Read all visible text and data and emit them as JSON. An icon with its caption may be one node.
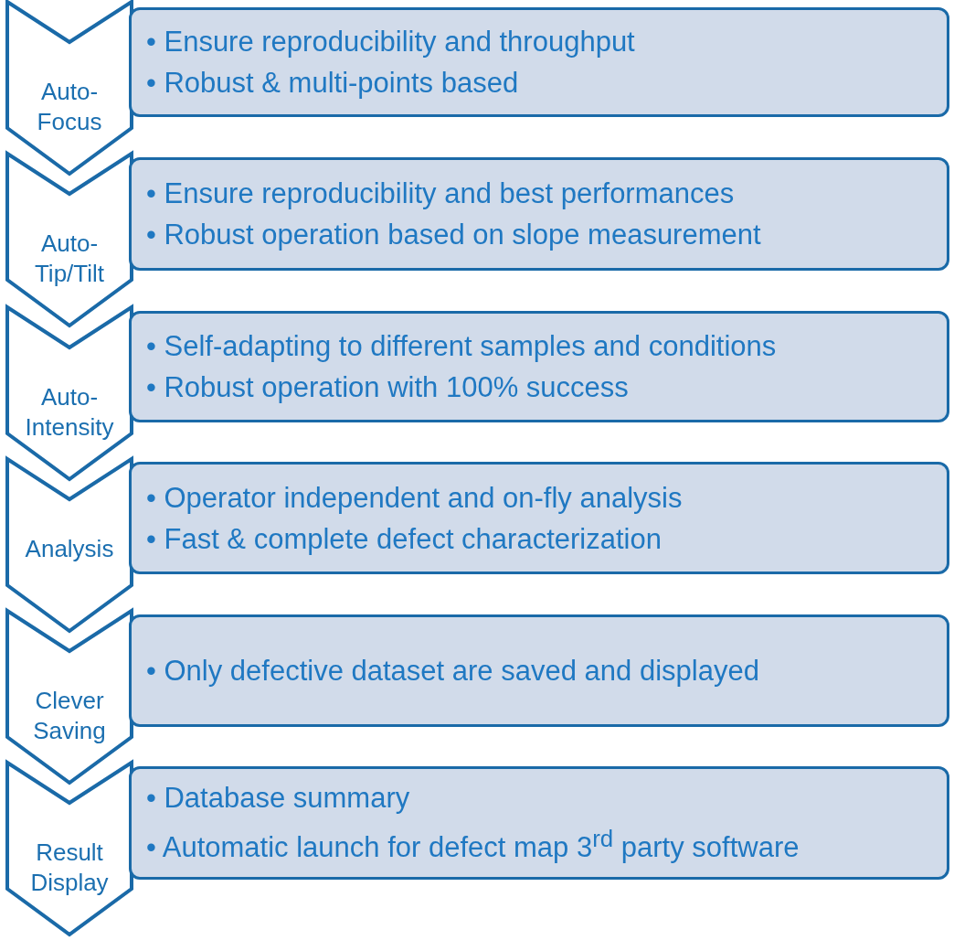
{
  "diagram": {
    "nodes": [
      {
        "text": [
          "Auto- Focus"
        ]
      },
      {
        "text": [
          "• Ensure reproducibility and throughput",
          "• Robust & multi-points based"
        ]
      },
      {
        "text": [
          "Auto- Tip/Tilt"
        ]
      },
      {
        "text": [
          "• Ensure reproducibility and best performances",
          "• Robust operation based on slope measurement"
        ]
      },
      {
        "text": [
          "Auto- Intensity"
        ]
      },
      {
        "text": [
          "• Self-adapting to different samples and conditions",
          "• Robust operation with 100% success"
        ]
      },
      {
        "text": [
          "Analysis"
        ]
      },
      {
        "text": [
          "• Operator independent and on-fly analysis",
          "• Fast & complete defect characterization"
        ]
      },
      {
        "text": [
          "Clever Saving"
        ]
      },
      {
        "text": [
          "• Only defective dataset are saved and displayed"
        ]
      },
      {
        "text": [
          "Result Display"
        ]
      },
      {
        "text": [
          "• Database summary",
          "• Automatic launch for defect map 3$^{rd}$ party software"
        ]
      }
    ],
    "edges": []
  }
}
